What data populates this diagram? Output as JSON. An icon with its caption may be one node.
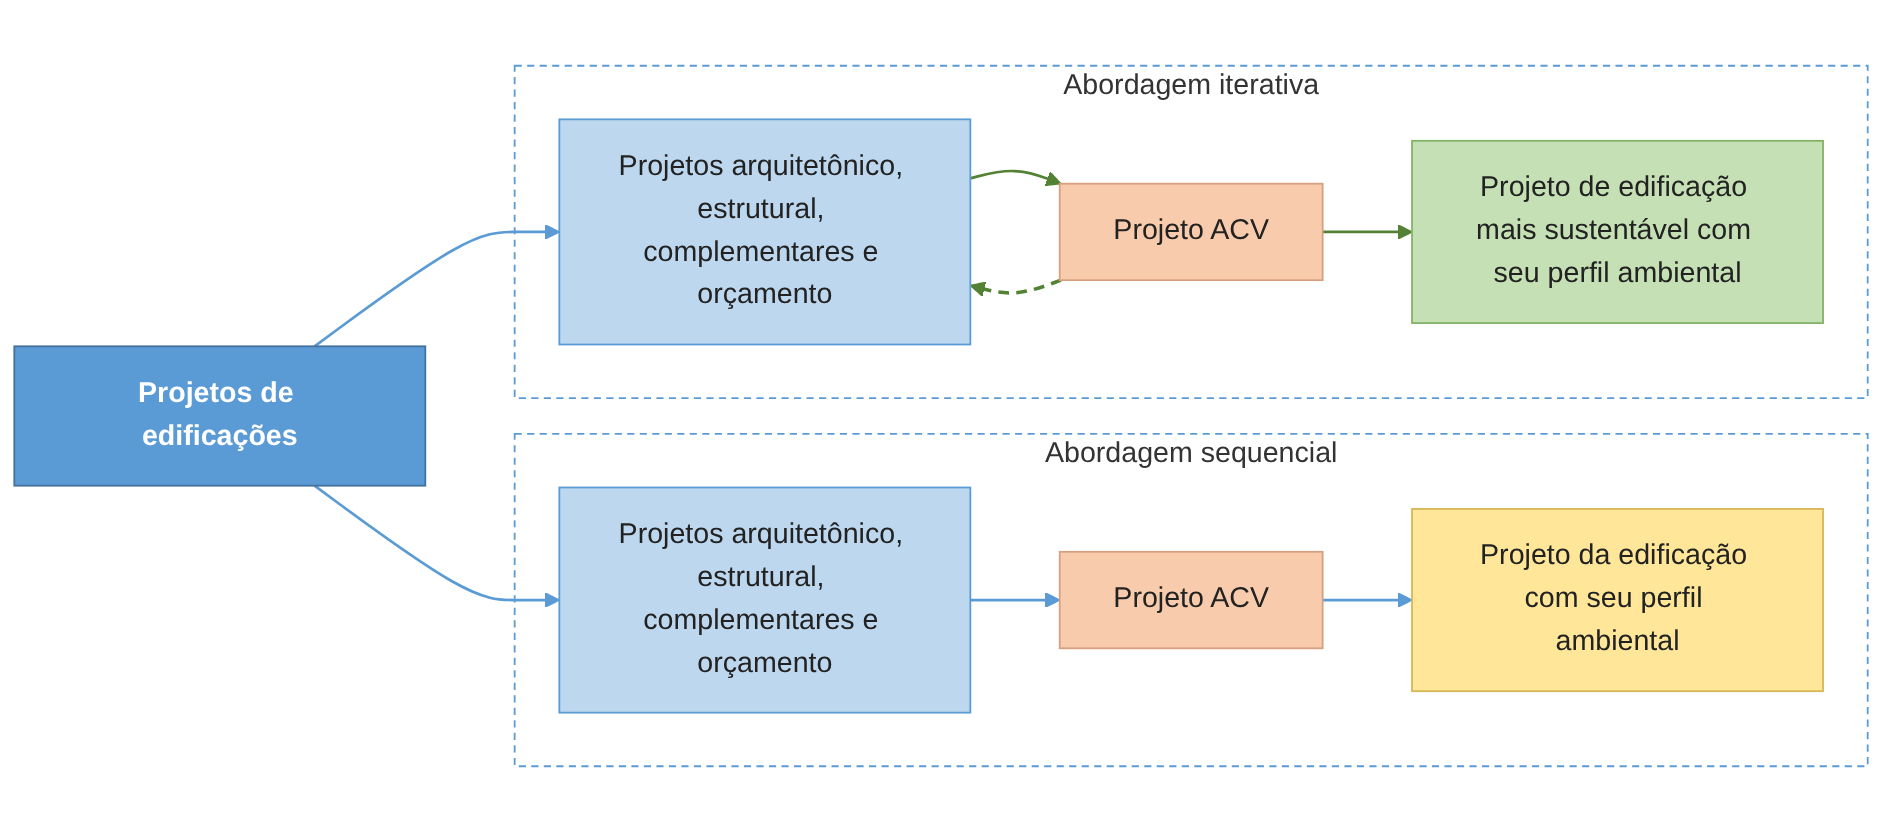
{
  "diagram": {
    "nodes": [
      {
        "text": [
          "Projetos de edificações"
        ]
      },
      {
        "text": [
          "Abordagem sequencial"
        ]
      },
      {
        "text": [
          "Projetos arquitetônico, estrutural, complementares e orçamento"
        ],
        "in": 1
      },
      {
        "text": [
          "Projeto ACV"
        ],
        "in": 1
      },
      {
        "text": [
          "Projeto da edificação com seu perfil ambiental"
        ],
        "in": 1
      },
      {
        "text": [
          "Abordagem iterativa"
        ]
      },
      {
        "text": [
          "Projetos arquitetônico, estrutural, complementares e orçamento"
        ],
        "in": 5
      },
      {
        "text": [
          "Projeto ACV"
        ],
        "in": 5
      },
      {
        "text": [
          "Projeto de edificação mais sustentável com seu perfil ambiental"
        ],
        "in": 5
      }
    ],
    "edges": [
      {
        "from": 0,
        "to": 2,
        "arrow": "to"
      },
      {
        "from": 0,
        "to": 6,
        "arrow": "to"
      },
      {
        "from": 2,
        "to": 3,
        "arrow": "to"
      },
      {
        "from": 3,
        "to": 4,
        "arrow": "to"
      },
      {
        "from": 6,
        "to": 7,
        "arrow": "to",
        "color": "#548235"
      },
      {
        "from": 7,
        "to": 8,
        "arrow": "to",
        "color": "#548235"
      },
      {
        "from": 7,
        "to": 6,
        "arrow": "to",
        "style": "dashed",
        "color": "#548235"
      }
    ]
  }
}
